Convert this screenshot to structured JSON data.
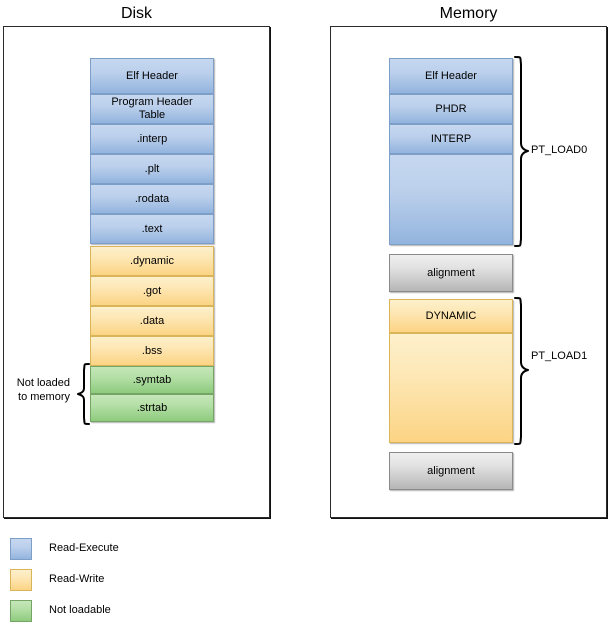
{
  "panels": {
    "disk": {
      "title": "Disk",
      "blocks": [
        {
          "label": "Elf Header",
          "kind": "read-execute"
        },
        {
          "label": "Program Header\nTable",
          "kind": "read-execute"
        },
        {
          "label": ".interp",
          "kind": "read-execute"
        },
        {
          "label": ".plt",
          "kind": "read-execute"
        },
        {
          "label": ".rodata",
          "kind": "read-execute"
        },
        {
          "label": ".text",
          "kind": "read-execute"
        },
        {
          "label": ".dynamic",
          "kind": "read-write"
        },
        {
          "label": ".got",
          "kind": "read-write"
        },
        {
          "label": ".data",
          "kind": "read-write"
        },
        {
          "label": ".bss",
          "kind": "read-write"
        },
        {
          "label": ".symtab",
          "kind": "not-loadable"
        },
        {
          "label": ".strtab",
          "kind": "not-loadable"
        }
      ],
      "annotation": {
        "label": "Not loaded\nto memory"
      }
    },
    "memory": {
      "title": "Memory",
      "blocks": [
        {
          "label": "Elf Header",
          "kind": "read-execute"
        },
        {
          "label": "PHDR",
          "kind": "read-execute"
        },
        {
          "label": "INTERP",
          "kind": "read-execute"
        },
        {
          "label": "",
          "kind": "read-execute"
        },
        {
          "label": "alignment",
          "kind": "alignment"
        },
        {
          "label": "DYNAMIC",
          "kind": "read-write"
        },
        {
          "label": "",
          "kind": "read-write"
        },
        {
          "label": "alignment",
          "kind": "alignment"
        }
      ],
      "segments": [
        {
          "label": "PT_LOAD0"
        },
        {
          "label": "PT_LOAD1"
        }
      ]
    }
  },
  "legend": {
    "items": [
      {
        "label": "Read-Execute",
        "color": "#93b4de"
      },
      {
        "label": "Read-Write",
        "color": "#fcd484"
      },
      {
        "label": "Not loadable",
        "color": "#8ecb7e"
      }
    ]
  }
}
